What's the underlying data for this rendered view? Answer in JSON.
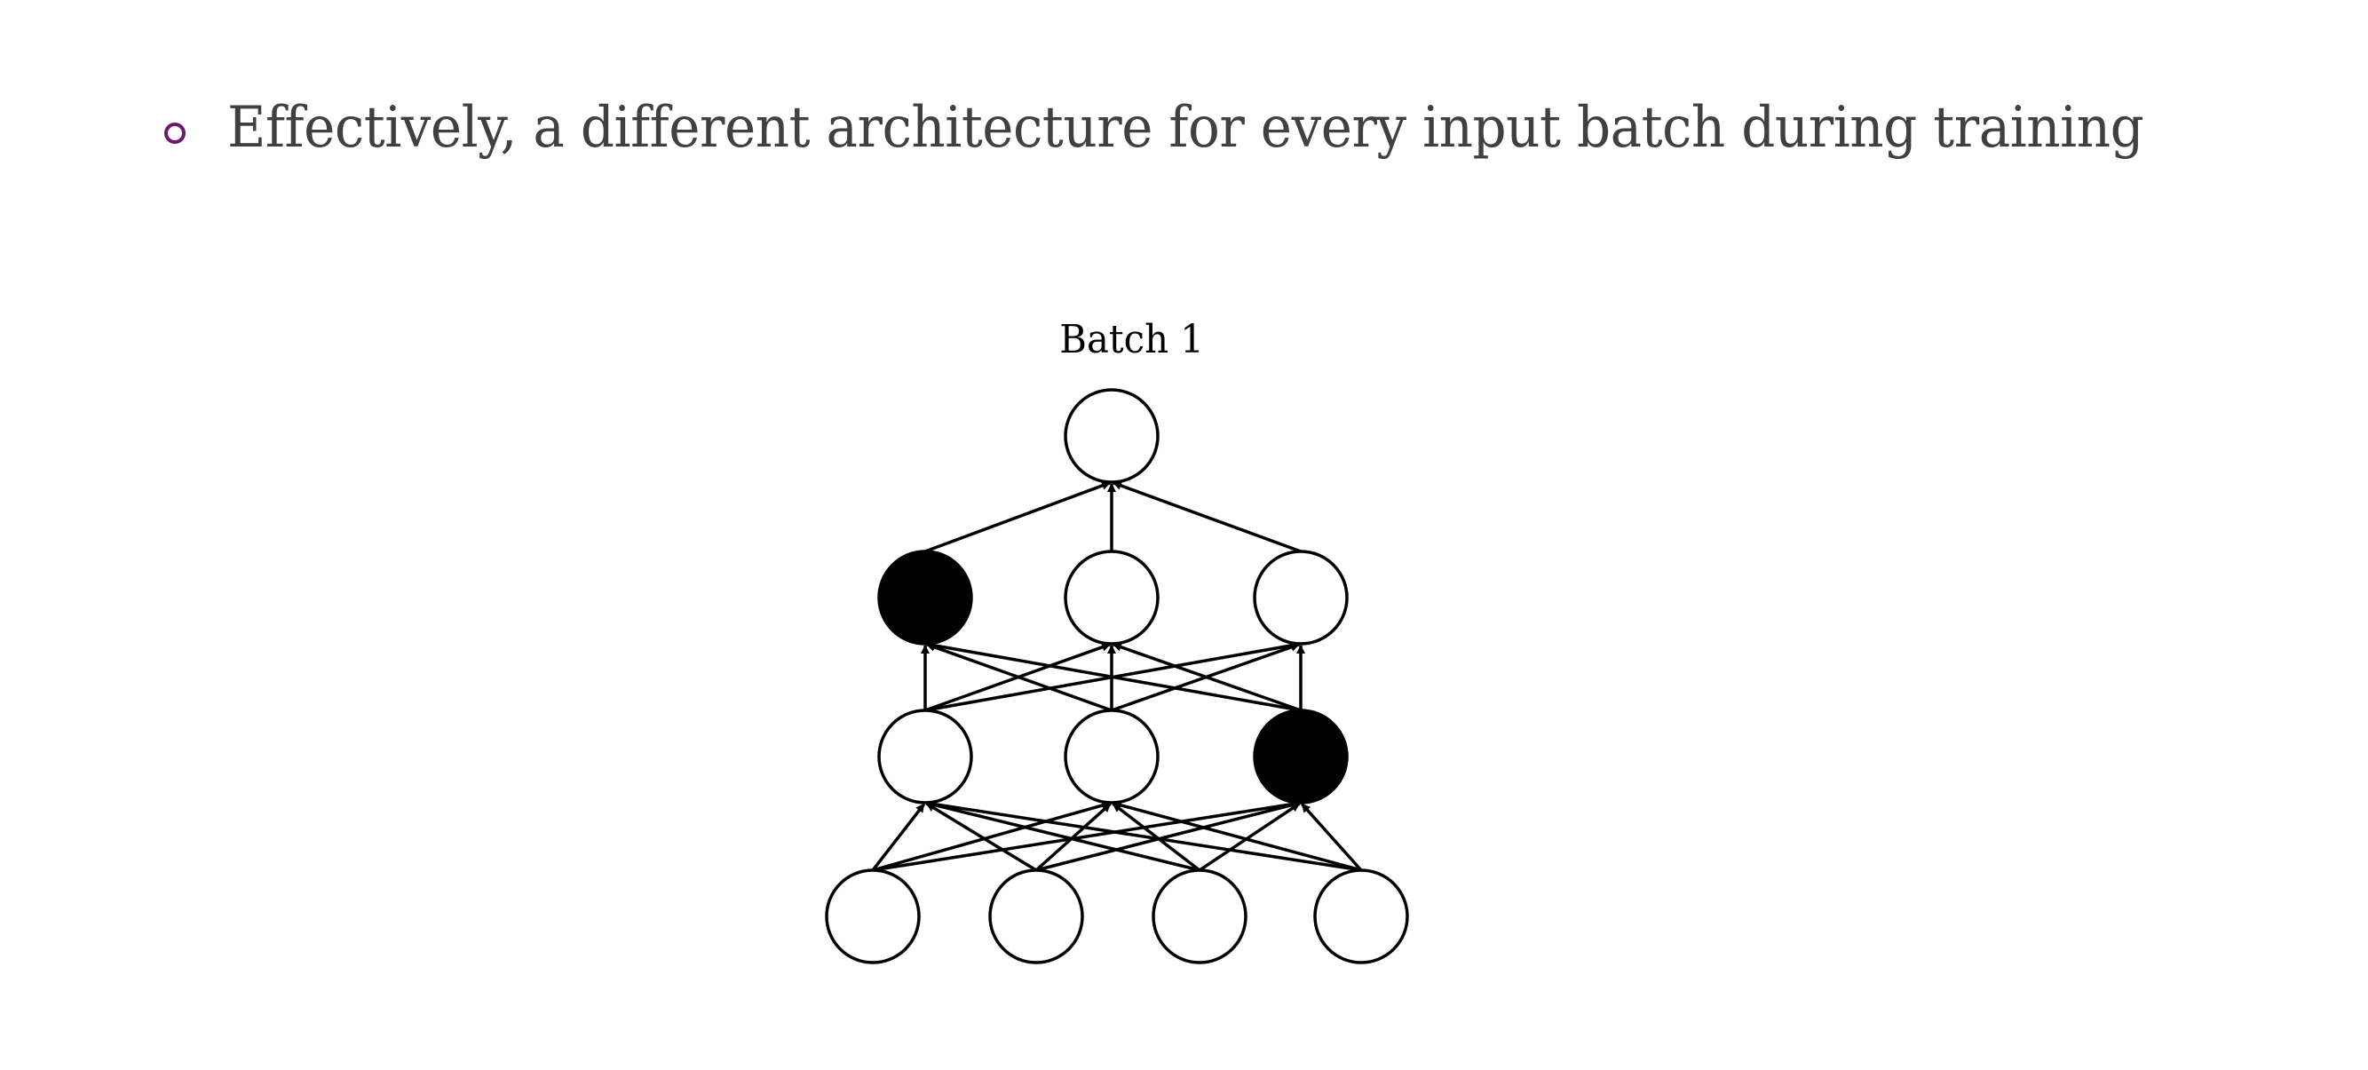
{
  "slide": {
    "bullet": {
      "icon": "hollow-circle-bullet",
      "text": "Effectively, a different architecture for every input batch during training"
    },
    "diagram": {
      "title": "Batch 1",
      "description": "Fully connected feed-forward network with dropout; filled (black) nodes are dropped",
      "layers": [
        {
          "name": "input",
          "nodes": [
            {
              "dropped": false
            },
            {
              "dropped": false
            },
            {
              "dropped": false
            },
            {
              "dropped": false
            }
          ]
        },
        {
          "name": "hidden-1",
          "nodes": [
            {
              "dropped": false
            },
            {
              "dropped": false
            },
            {
              "dropped": true
            }
          ]
        },
        {
          "name": "hidden-2",
          "nodes": [
            {
              "dropped": true
            },
            {
              "dropped": false
            },
            {
              "dropped": false
            }
          ]
        },
        {
          "name": "output",
          "nodes": [
            {
              "dropped": false
            }
          ]
        }
      ],
      "connectivity": "fully-connected",
      "colors": {
        "active_fill": "#ffffff",
        "dropped_fill": "#000000",
        "stroke": "#000000",
        "bullet": "#6b1a6b",
        "text": "#404040"
      }
    }
  }
}
